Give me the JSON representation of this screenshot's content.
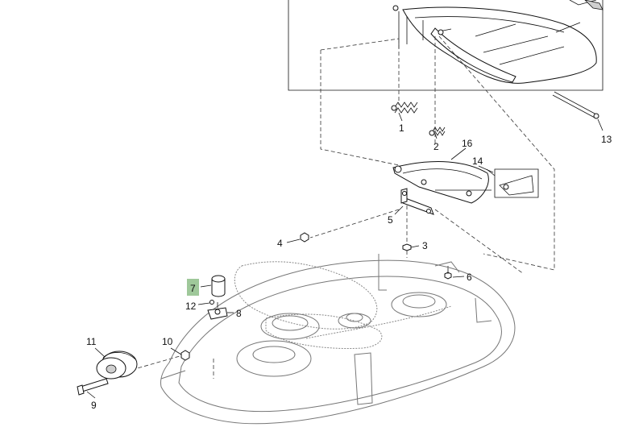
{
  "diagram": {
    "callouts": [
      {
        "id": "1",
        "label": "1"
      },
      {
        "id": "2",
        "label": "2"
      },
      {
        "id": "3",
        "label": "3"
      },
      {
        "id": "4",
        "label": "4"
      },
      {
        "id": "5",
        "label": "5"
      },
      {
        "id": "6",
        "label": "6"
      },
      {
        "id": "7",
        "label": "7",
        "highlighted": true
      },
      {
        "id": "8",
        "label": "8"
      },
      {
        "id": "9",
        "label": "9"
      },
      {
        "id": "10",
        "label": "10"
      },
      {
        "id": "11",
        "label": "11"
      },
      {
        "id": "12",
        "label": "12"
      },
      {
        "id": "13",
        "label": "13"
      },
      {
        "id": "14",
        "label": "14"
      },
      {
        "id": "16",
        "label": "16"
      }
    ],
    "colors": {
      "highlight": "#9fc89a",
      "line": "#111111",
      "deck": "#777777"
    }
  }
}
